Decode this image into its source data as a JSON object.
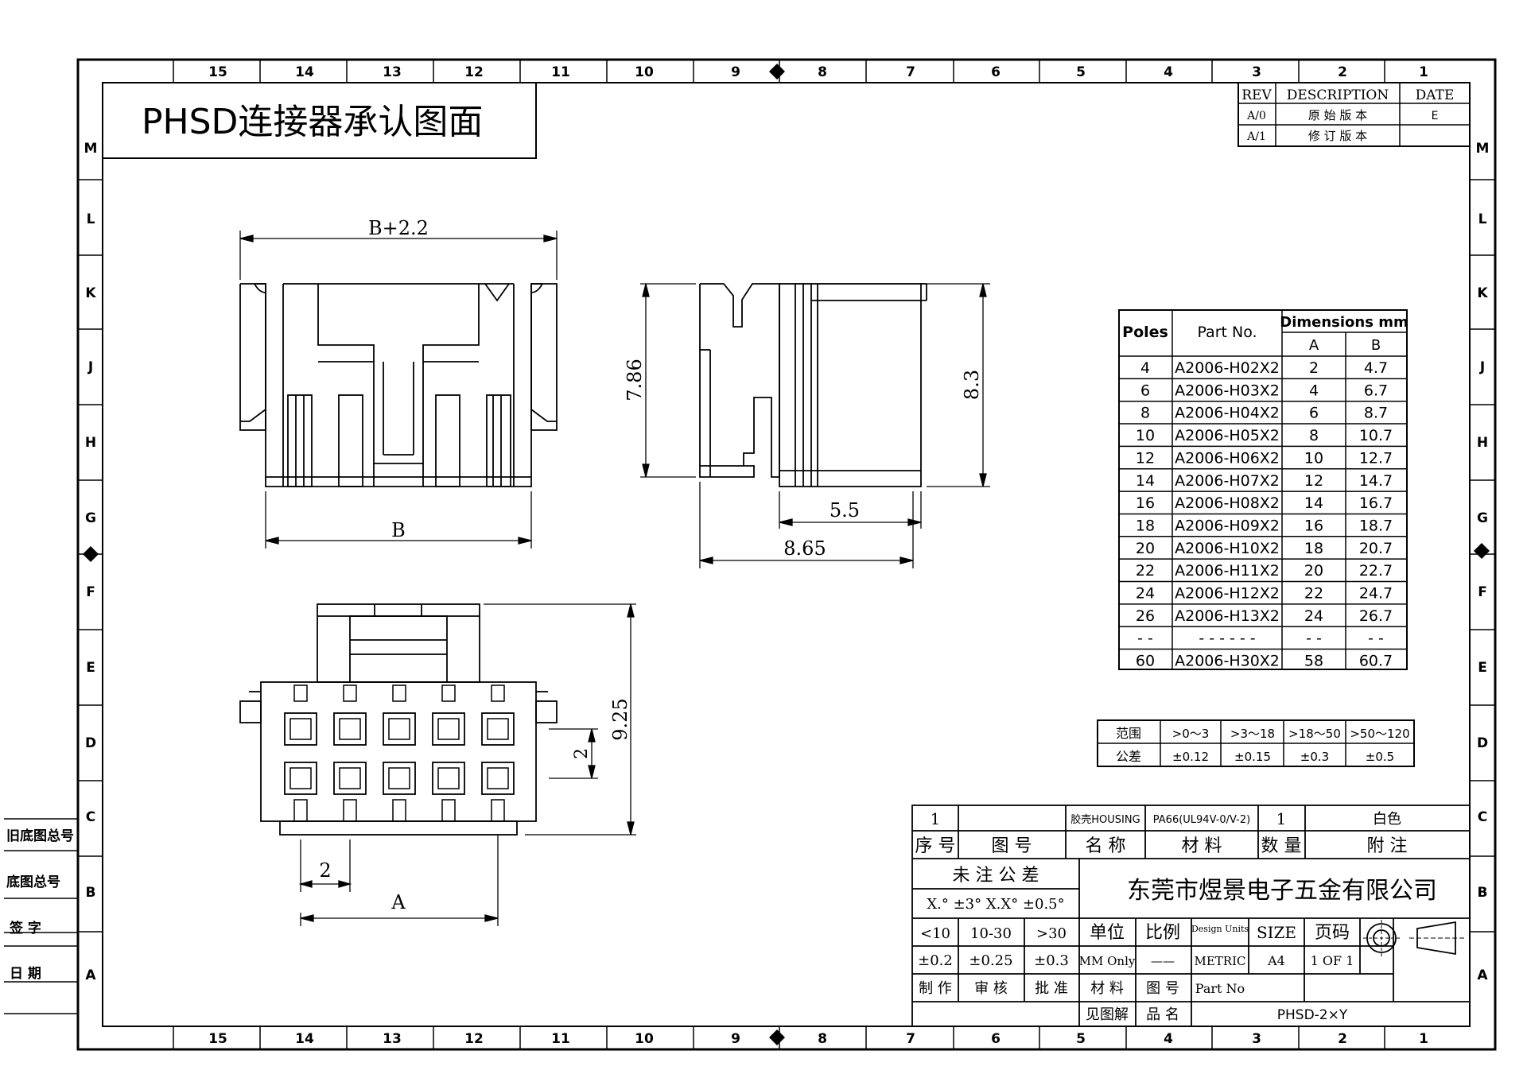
{
  "title": "PHSD连接器承认图面",
  "zones": {
    "columns": [
      "15",
      "14",
      "13",
      "12",
      "11",
      "10",
      "9",
      "8",
      "7",
      "6",
      "5",
      "4",
      "3",
      "2",
      "1"
    ],
    "rows": [
      "M",
      "L",
      "K",
      "J",
      "H",
      "G",
      "F",
      "E",
      "D",
      "C",
      "B",
      "A"
    ]
  },
  "revision_table": {
    "headers": [
      "REV",
      "DESCRIPTION",
      "DATE"
    ],
    "rows": [
      {
        "rev": "A/0",
        "description": "原 始 版 本",
        "date": "E"
      },
      {
        "rev": "A/1",
        "description": "修 订 版 本",
        "date": ""
      }
    ]
  },
  "dimensions": {
    "front_top_width": "B+2.2",
    "front_bottom_width": "B",
    "side_height_inner": "7.86",
    "side_height_outer": "8.3",
    "side_depth_short": "5.5",
    "side_depth_long": "8.65",
    "bottom_height": "9.25",
    "pitch_vertical": "2",
    "pitch_horizontal": "2",
    "bottom_width": "A"
  },
  "parts_table": {
    "headers": {
      "poles": "Poles",
      "part_no": "Part No.",
      "dimensions": "Dimensions mm",
      "a": "A",
      "b": "B"
    },
    "rows": [
      {
        "poles": "4",
        "part_no": "A2006-H02X2",
        "a": "2",
        "b": "4.7"
      },
      {
        "poles": "6",
        "part_no": "A2006-H03X2",
        "a": "4",
        "b": "6.7"
      },
      {
        "poles": "8",
        "part_no": "A2006-H04X2",
        "a": "6",
        "b": "8.7"
      },
      {
        "poles": "10",
        "part_no": "A2006-H05X2",
        "a": "8",
        "b": "10.7"
      },
      {
        "poles": "12",
        "part_no": "A2006-H06X2",
        "a": "10",
        "b": "12.7"
      },
      {
        "poles": "14",
        "part_no": "A2006-H07X2",
        "a": "12",
        "b": "14.7"
      },
      {
        "poles": "16",
        "part_no": "A2006-H08X2",
        "a": "14",
        "b": "16.7"
      },
      {
        "poles": "18",
        "part_no": "A2006-H09X2",
        "a": "16",
        "b": "18.7"
      },
      {
        "poles": "20",
        "part_no": "A2006-H10X2",
        "a": "18",
        "b": "20.7"
      },
      {
        "poles": "22",
        "part_no": "A2006-H11X2",
        "a": "20",
        "b": "22.7"
      },
      {
        "poles": "24",
        "part_no": "A2006-H12X2",
        "a": "22",
        "b": "24.7"
      },
      {
        "poles": "26",
        "part_no": "A2006-H13X2",
        "a": "24",
        "b": "26.7"
      },
      {
        "poles": "- -",
        "part_no": "- -  - -  - -",
        "a": "- -",
        "b": "- -"
      },
      {
        "poles": "60",
        "part_no": "A2006-H30X2",
        "a": "58",
        "b": "60.7"
      }
    ]
  },
  "tolerance_table": {
    "range_label": "范围",
    "ranges": [
      ">0～3",
      ">3～18",
      ">18～50",
      ">50～120"
    ],
    "tol_label": "公差",
    "values": [
      "±0.12",
      "±0.15",
      "±0.3",
      "±0.5"
    ]
  },
  "left_margin_labels": [
    "旧底图总号",
    "底图总号",
    "签 字",
    "日 期"
  ],
  "title_block": {
    "bom": {
      "seq": "1",
      "drawing_no": "",
      "name": "胶壳HOUSING",
      "material": "PA66(UL94V-0/V-2)",
      "qty": "1",
      "note": "白色"
    },
    "bom_headers": [
      "序 号",
      "图    号",
      "名 称",
      "材    料",
      "数 量",
      "附    注"
    ],
    "tolerance_title": "未 注 公 差",
    "angle_tol": "X.° ±3° X.X° ±0.5°",
    "company": "东莞市煜景电子五金有限公司",
    "tol_ranges": [
      "<10",
      "10-30",
      ">30"
    ],
    "tol_values": [
      "±0.2",
      "±0.25",
      "±0.3"
    ],
    "unit_label": "单位",
    "unit_value": "MM Only",
    "scale_label": "比例",
    "scale_value": "——",
    "design_units_label": "Design Units",
    "design_units_value": "METRIC",
    "size_label": "SIZE",
    "size_value": "A4",
    "page_label": "页码",
    "page_value": "1 OF 1",
    "made_by": "制 作",
    "reviewed_by": "审 核",
    "approved_by": "批 准",
    "material_label": "材 料",
    "drawing_no_label": "图 号",
    "part_no_label": "Part No",
    "see_drawing": "见图解",
    "product_name_label": "品 名",
    "product_name": "PHSD-2×Y"
  }
}
